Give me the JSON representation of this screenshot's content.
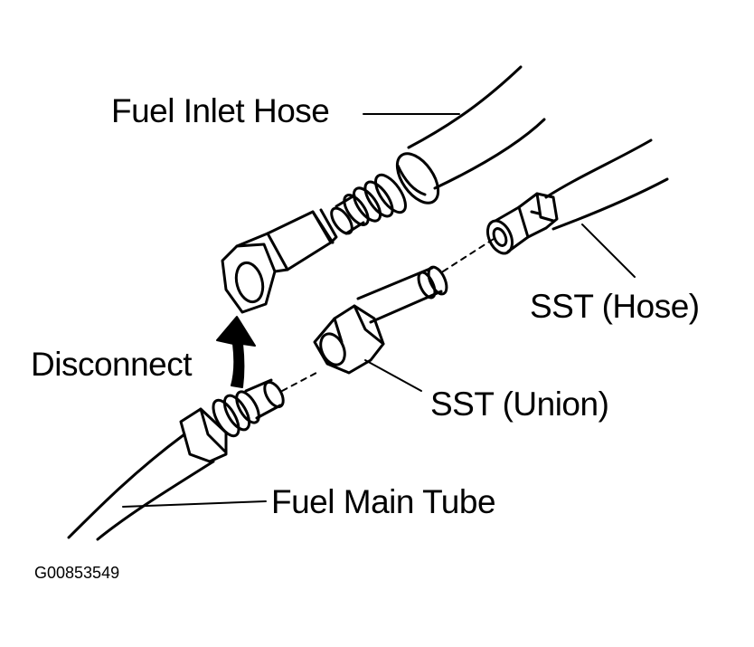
{
  "labels": {
    "fuel_inlet_hose": "Fuel Inlet Hose",
    "sst_hose": "SST (Hose)",
    "disconnect": "Disconnect",
    "sst_union": "SST (Union)",
    "fuel_main_tube": "Fuel Main Tube",
    "figure_id": "G00853549"
  },
  "colors": {
    "line": "#000000",
    "background": "#ffffff"
  }
}
